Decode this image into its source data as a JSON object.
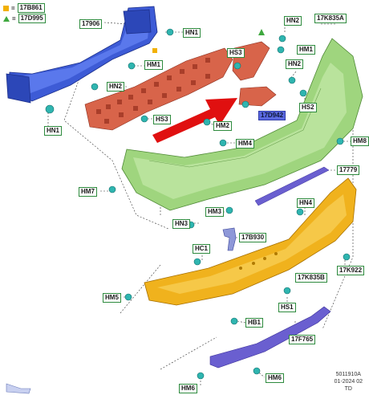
{
  "legend": [
    {
      "icon": "square-marker",
      "color": "#f2b000",
      "code": "17B861"
    },
    {
      "icon": "triangle-marker",
      "color": "#3fa83f",
      "code": "17D995"
    }
  ],
  "labels": {
    "c17906": "17906",
    "hn1_top": "HN1",
    "hn2_top": "HN2",
    "c17k835a": "17K835A",
    "hm1_left": "HM1",
    "hm1_right": "HM1",
    "hs3_top": "HS3",
    "hn2_left": "HN2",
    "hn2_right": "HN2",
    "hs2": "HS2",
    "hs3_mid": "HS3",
    "hm2": "HM2",
    "c17d942": "17D942",
    "hn1_left": "HN1",
    "hm4": "HM4",
    "hm8": "HM8",
    "c17779": "17779",
    "hm7": "HM7",
    "hn4": "HN4",
    "hm3": "HM3",
    "hn3": "HN3",
    "c17b930": "17B930",
    "c17k922": "17K922",
    "hc1": "HC1",
    "c17k835b": "17K835B",
    "hm5": "HM5",
    "hs1": "HS1",
    "hb1": "HB1",
    "c17f765": "17F765",
    "hm6_left": "HM6",
    "hm6_right": "HM6"
  },
  "footer": {
    "line1": "5011910A",
    "line2": "01-2024 02",
    "line3": "TD"
  },
  "colors": {
    "reinforcement": "#3d5bd6",
    "absorber": "#d8644a",
    "bumper_cover": "#9fd57e",
    "lower_valance": "#f0b21d",
    "skid_plate": "#6a5fd0",
    "clips": "#2fb5b0",
    "arrow": "#e01010"
  }
}
